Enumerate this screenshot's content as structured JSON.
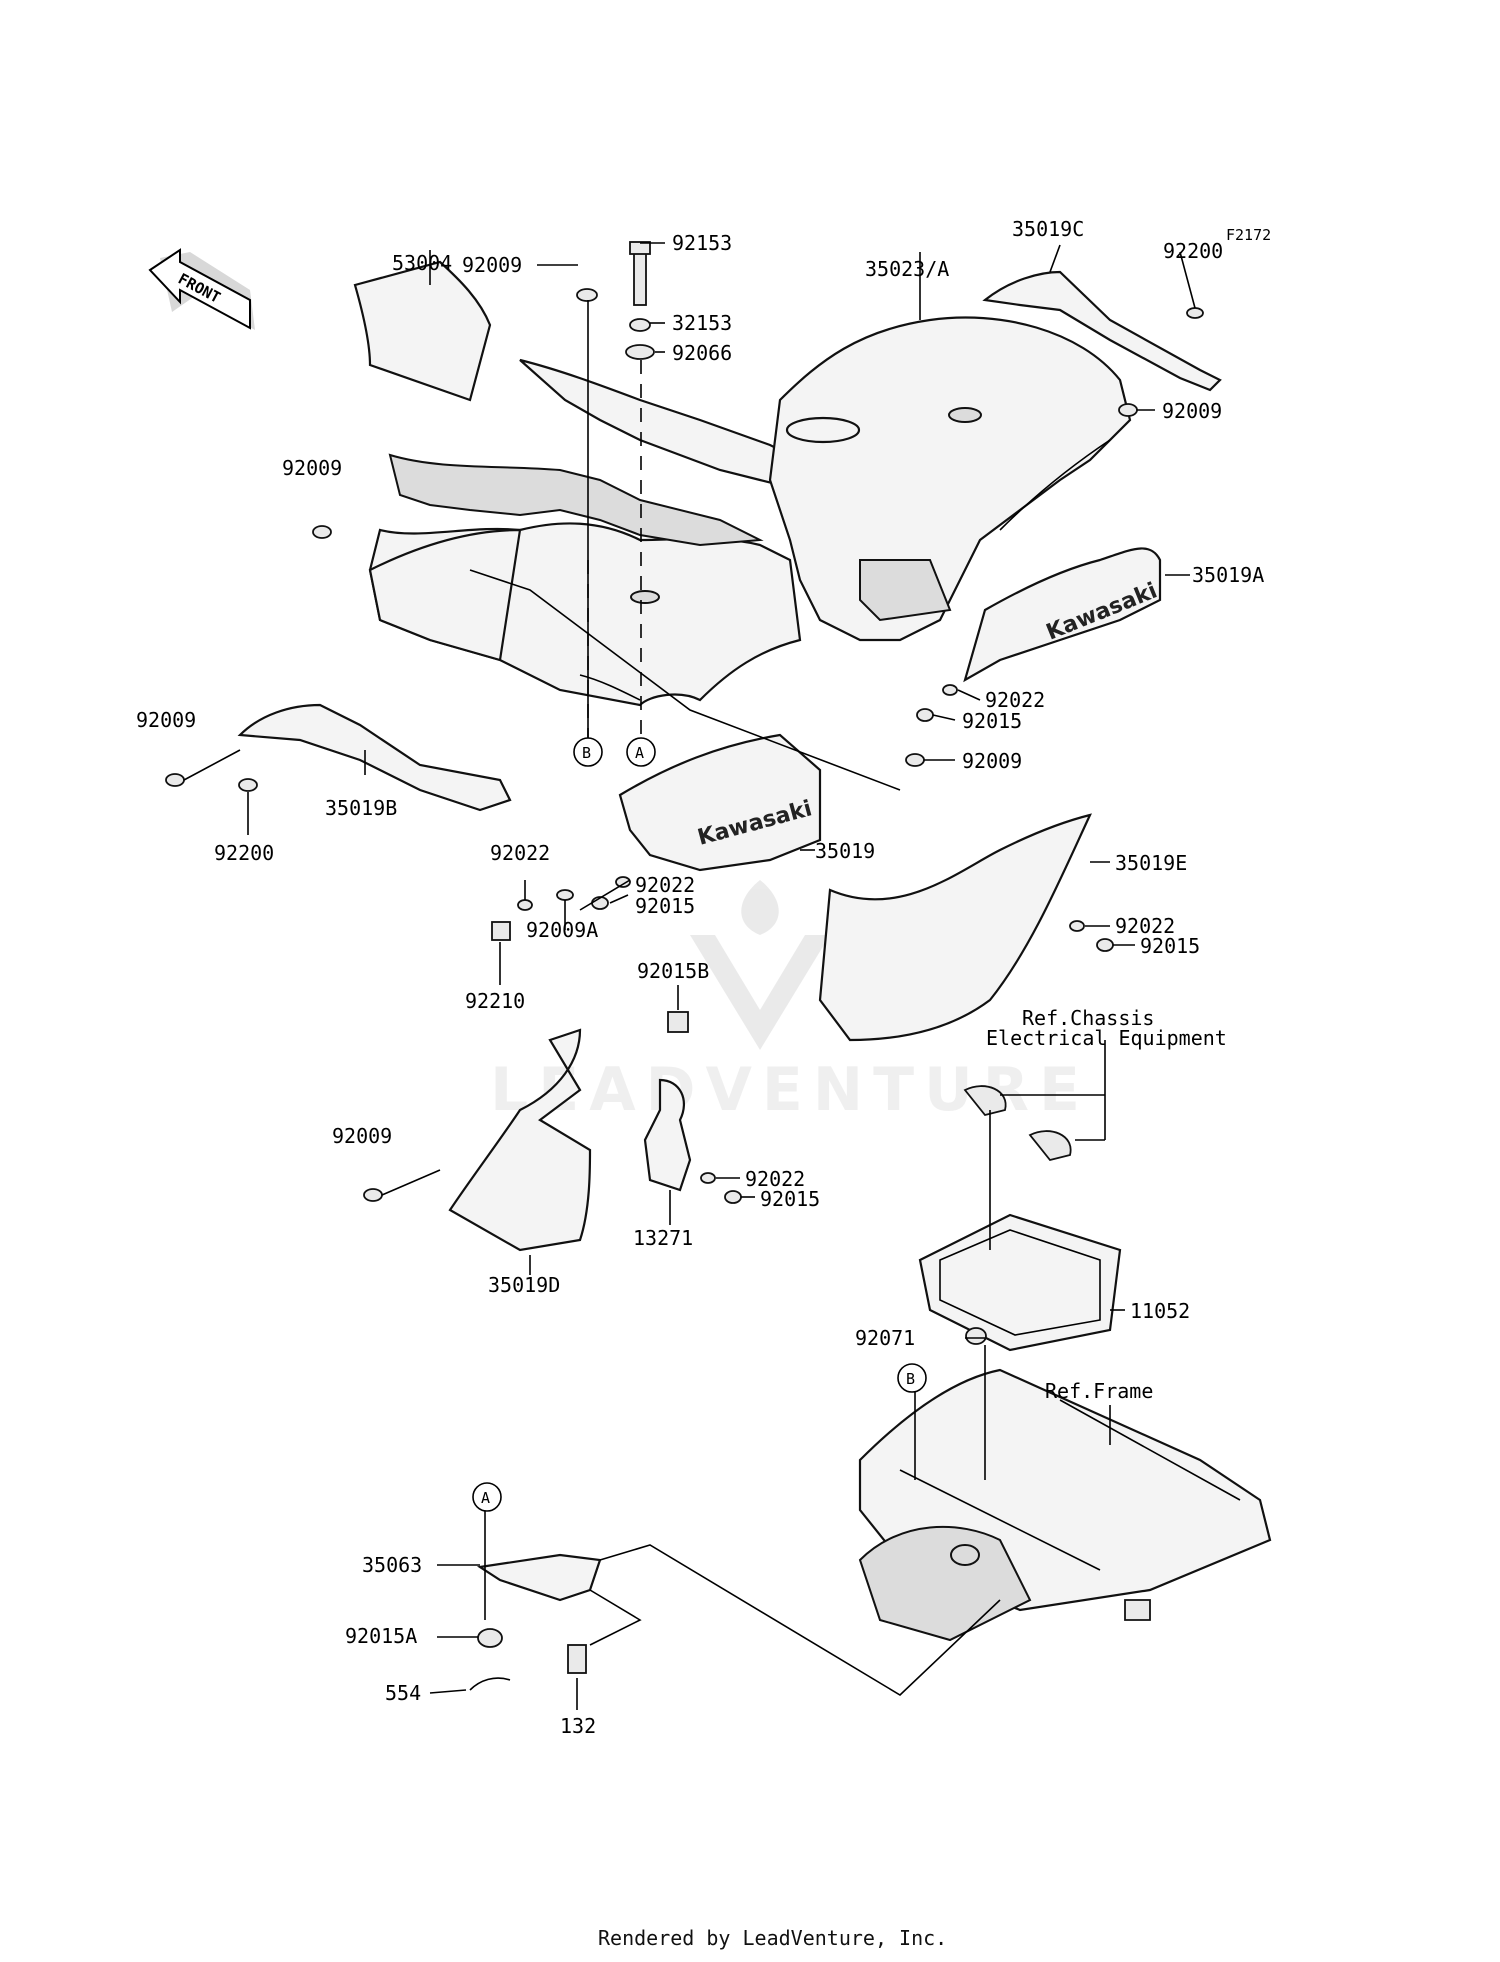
{
  "figure_id": "F2172",
  "front_arrow_label": "FRONT",
  "brand_text": "Kawasaki",
  "footer": "Rendered by LeadVenture, Inc.",
  "watermark": "LEADVENTURE",
  "callouts": {
    "a": "A",
    "b": "B"
  },
  "references": {
    "chassis_line1": "Ref.Chassis",
    "chassis_line2": "Electrical Equipment",
    "frame": "Ref.Frame"
  },
  "parts": {
    "p53004": "53004",
    "p92009_top": "92009",
    "p92153": "92153",
    "p32153": "32153",
    "p92066": "92066",
    "p35023A": "35023/A",
    "p35019C": "35019C",
    "p92200_top": "92200",
    "p92009_right": "92009",
    "p92009_left": "92009",
    "p35019A": "35019A",
    "p92022_a": "92022",
    "p92015_a": "92015",
    "p92009_mid": "92009",
    "p92009_b": "92009",
    "p35019B": "35019B",
    "p92200_b": "92200",
    "p92022_c": "92022",
    "p92009A": "92009A",
    "p92210": "92210",
    "p35019": "35019",
    "p92022_d": "92022",
    "p92015_d": "92015",
    "p35019E": "35019E",
    "p92022_e": "92022",
    "p92015_e": "92015",
    "p92015B": "92015B",
    "p92009_d": "92009",
    "p92022_f": "92022",
    "p92015_f": "92015",
    "p13271": "13271",
    "p35019D": "35019D",
    "p11052": "11052",
    "p92071": "92071",
    "p35063": "35063",
    "p92015A": "92015A",
    "p554": "554",
    "p132": "132"
  }
}
